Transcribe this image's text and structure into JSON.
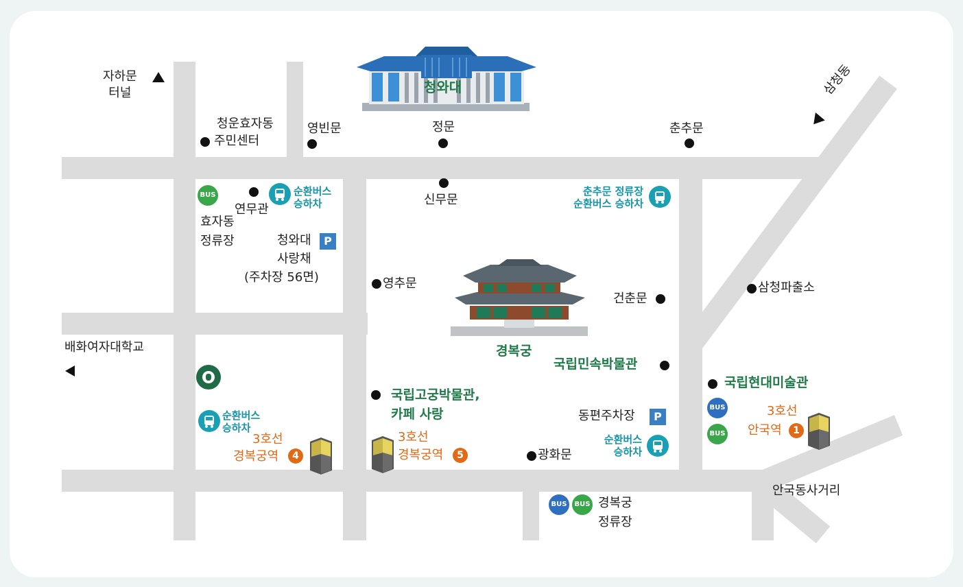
{
  "map": {
    "landmarks": {
      "cheongwadae": "청와대",
      "gyeongbokgung": "경복궁",
      "folk_museum": "국립민속박물관",
      "palace_museum": "국립고궁박물관,",
      "palace_museum_2": "카페 사랑",
      "mmca": "국립현대미술관"
    },
    "gates": {
      "yeongbinmun": "영빈문",
      "jeongmun": "정문",
      "chunchumun": "춘추문",
      "sinmumun": "신무문",
      "yeongchumun": "영추문",
      "geonchunmun": "건춘문",
      "gwanghwamun": "광화문"
    },
    "places": {
      "jahamun_1": "자하문",
      "jahamun_2": "터널",
      "community_1": "청운효자동",
      "community_2": "주민센터",
      "samcheong": "삼청동",
      "yeonmugwan": "연무관",
      "hyoja_stop_1": "효자동",
      "hyoja_stop_2": "정류장",
      "sarangchae_1": "청와대",
      "sarangchae_2": "사랑채",
      "sarangchae_3": "(주차장 56면)",
      "police": "삼청파출소",
      "ewha": "배화여자대학교",
      "east_parking": "동편주차장",
      "anguk_intersection": "안국동사거리",
      "gbg_stop_1": "경복궁",
      "gbg_stop_2": "정류장"
    },
    "shuttle": {
      "top_1": "순환버스",
      "top_2": "승하차",
      "chunchu_1": "춘추문 정류장",
      "chunchu_2": "순환버스 승하차",
      "left_1": "순환버스",
      "left_2": "승하차",
      "bottom_1": "순환버스",
      "bottom_2": "승하차"
    },
    "stations": {
      "exit4_line": "3호선",
      "exit4_name": "경복궁역",
      "exit4_no": "4",
      "exit5_line": "3호선",
      "exit5_name": "경복궁역",
      "exit5_no": "5",
      "exit1_line": "3호선",
      "exit1_name": "안국역",
      "exit1_no": "1"
    },
    "bus_badge": "BUS",
    "parking_badge": "P",
    "colors": {
      "road": "#dcdcdc",
      "landmark_green": "#1f7a4a",
      "shuttle_teal": "#1796a8",
      "subway_orange": "#e06a16",
      "bus_green": "#3aa64a",
      "bus_blue": "#2f6fbf",
      "parking_blue": "#3a7ec4"
    },
    "icons": [
      "bus-icon",
      "shuttle-bus-icon",
      "parking-icon",
      "starbucks-icon",
      "subway-exit-icon",
      "up-arrow-icon",
      "left-arrow-icon",
      "palace-icon",
      "blue-house-icon"
    ]
  }
}
